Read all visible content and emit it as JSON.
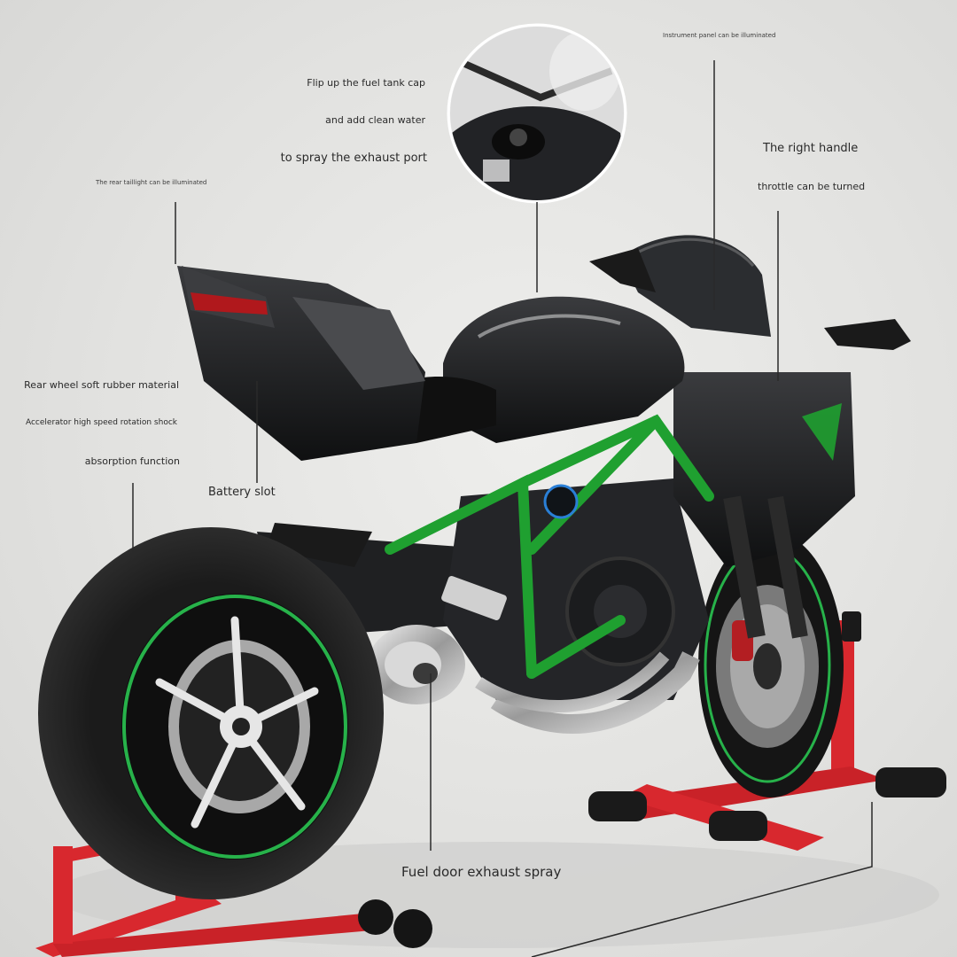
{
  "annotations": {
    "instrument_panel": "Instrument panel can be illuminated",
    "fuel_tank_line1": "Flip up the fuel tank cap",
    "fuel_tank_line2": "and add clean water",
    "fuel_tank_line3": "to spray the exhaust port",
    "rear_taillight": "The rear taillight can be illuminated",
    "right_handle_line1": "The right handle",
    "right_handle_line2": "throttle can be turned",
    "rear_wheel_line1": "Rear wheel soft rubber material",
    "rear_wheel_line2": "Accelerator high speed rotation shock",
    "rear_wheel_line3": "absorption function",
    "battery_slot": "Battery slot",
    "fuel_door": "Fuel door exhaust spray"
  },
  "colors": {
    "frame": "#1fa030",
    "stand": "#d8282e",
    "body": "#1a1b1d",
    "rim_stripe": "#27b24a",
    "chrome": "#c8c8c8"
  }
}
